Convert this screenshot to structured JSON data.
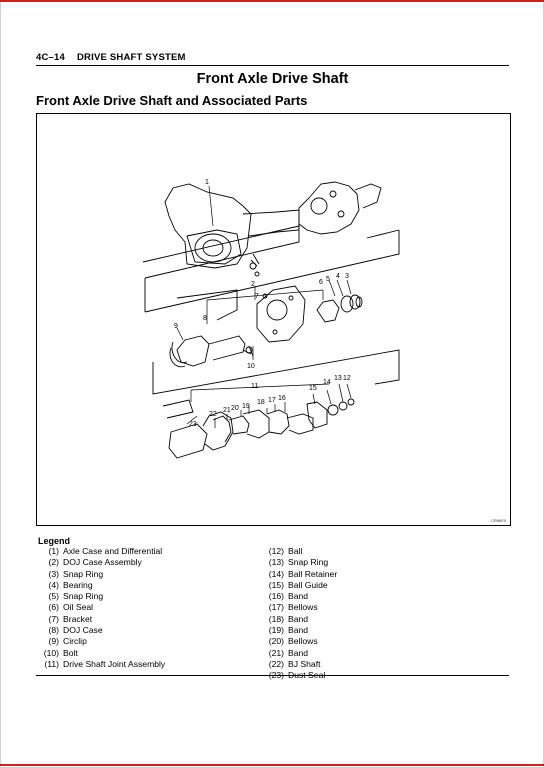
{
  "header": {
    "page_number": "4C–14",
    "section": "DRIVE SHAFT SYSTEM"
  },
  "title": "Front Axle Drive Shaft",
  "subtitle": "Front Axle Drive Shaft and Associated Parts",
  "figure": {
    "code": "CR96F0",
    "callouts": [
      "1",
      "2",
      "3",
      "4",
      "5",
      "6",
      "7",
      "8",
      "9",
      "10",
      "11",
      "12",
      "13",
      "14",
      "15",
      "16",
      "17",
      "18",
      "19",
      "20",
      "21",
      "22",
      "23"
    ]
  },
  "legend": {
    "title": "Legend",
    "left": [
      {
        "num": "(1)",
        "label": "Axle Case and  Differential"
      },
      {
        "num": "(2)",
        "label": "DOJ Case Assembly"
      },
      {
        "num": "(3)",
        "label": "Snap Ring"
      },
      {
        "num": "(4)",
        "label": "Bearing"
      },
      {
        "num": "(5)",
        "label": "Snap Ring"
      },
      {
        "num": "(6)",
        "label": "Oil Seal"
      },
      {
        "num": "(7)",
        "label": "Bracket"
      },
      {
        "num": "(8)",
        "label": "DOJ Case"
      },
      {
        "num": "(9)",
        "label": "Circlip"
      },
      {
        "num": "(10)",
        "label": "Bolt"
      },
      {
        "num": "(11)",
        "label": "Drive Shaft Joint Assembly"
      }
    ],
    "right": [
      {
        "num": "(12)",
        "label": "Ball"
      },
      {
        "num": "(13)",
        "label": "Snap Ring"
      },
      {
        "num": "(14)",
        "label": "Ball Retainer"
      },
      {
        "num": "(15)",
        "label": "Ball Guide"
      },
      {
        "num": "(16)",
        "label": "Band"
      },
      {
        "num": "(17)",
        "label": "Bellows"
      },
      {
        "num": "(18)",
        "label": "Band"
      },
      {
        "num": "(19)",
        "label": "Band"
      },
      {
        "num": "(20)",
        "label": "Bellows"
      },
      {
        "num": "(21)",
        "label": "Band"
      },
      {
        "num": "(22)",
        "label": "BJ Shaft"
      },
      {
        "num": "(23)",
        "label": "Dust Seal"
      }
    ]
  }
}
